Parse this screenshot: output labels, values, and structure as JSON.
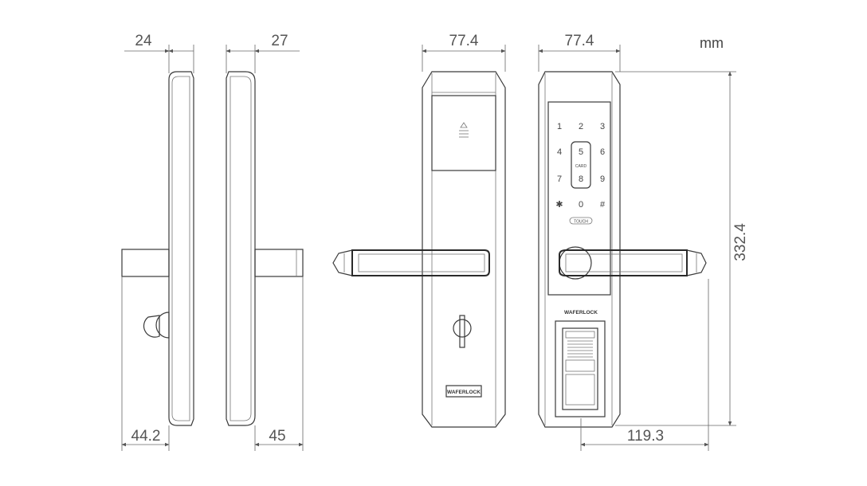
{
  "units": "mm",
  "dimensions": {
    "side_left_thickness": "24",
    "side_right_thickness": "27",
    "side_left_handle": "44.2",
    "side_right_handle": "45",
    "back_width": "77.4",
    "front_width": "77.4",
    "height": "332.4",
    "handle_length": "119.3"
  },
  "keypad": {
    "keys": [
      "1",
      "2",
      "3",
      "4",
      "5",
      "6",
      "7",
      "8",
      "9",
      "✱",
      "0",
      "#"
    ],
    "card_label": "CARD",
    "touch_label": "TOUCH"
  },
  "brand": {
    "front_logo": "WAFERLOCK",
    "back_logo": "WAFERLOCK"
  }
}
